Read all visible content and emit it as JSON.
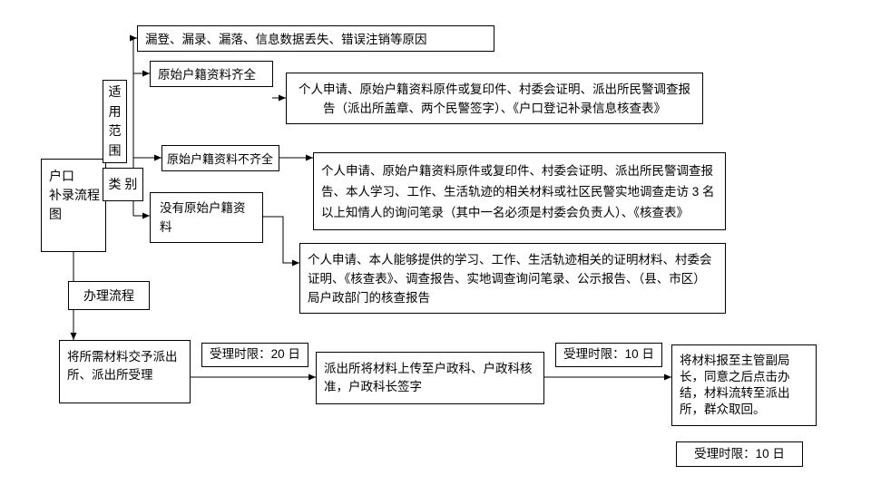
{
  "root": {
    "title": "户口\n补录流程\n图"
  },
  "branches": {
    "scope_label": "适用范围",
    "category_label": "类 别",
    "process_label": "办理流程"
  },
  "scope_reason": "漏登、漏录、漏落、信息数据丢失、错误注销等原因",
  "categories": [
    {
      "label": "原始户籍资料齐全",
      "materials": "个人申请、原始户籍资料原件或复印件、村委会证明、派出所民警调查报告（派出所盖章、两个民警签字）、《户口登记补录信息核查表》"
    },
    {
      "label": "原始户籍资料不齐全",
      "materials": "个人申请、原始户籍资料原件或复印件、村委会证明、派出所民警调查报告、本人学习、工作、生活轨迹的相关材料或社区民警实地调查走访 3 名以上知情人的询问笔录（其中一名必须是村委会负责人）、《核查表》"
    },
    {
      "label": "没有原始户籍资\n料",
      "materials": "个人申请、本人能够提供的学习、工作、生活轨迹相关的证明材料、村委会证明、《核查表》、调查报告、实地调查询问笔录、公示报告、（县、市区）局户政部门的核查报告"
    }
  ],
  "process": {
    "steps": [
      {
        "text": "将所需材料交予派出所、派出所受理"
      },
      {
        "text": "派出所将材料上传至户政科、户政科核准，户政科长签字"
      },
      {
        "text": "将材料报至主管副局长，同意之后点击办结，材料流转至派出所，群众取回。"
      }
    ],
    "time_limits": [
      {
        "text": "受理时限：20 日"
      },
      {
        "text": "受理时限：10 日"
      },
      {
        "text": "受理时限：10 日"
      }
    ]
  },
  "colors": {
    "line": "#000000",
    "box_border": "#000000",
    "background": "#ffffff",
    "text": "#000000"
  }
}
